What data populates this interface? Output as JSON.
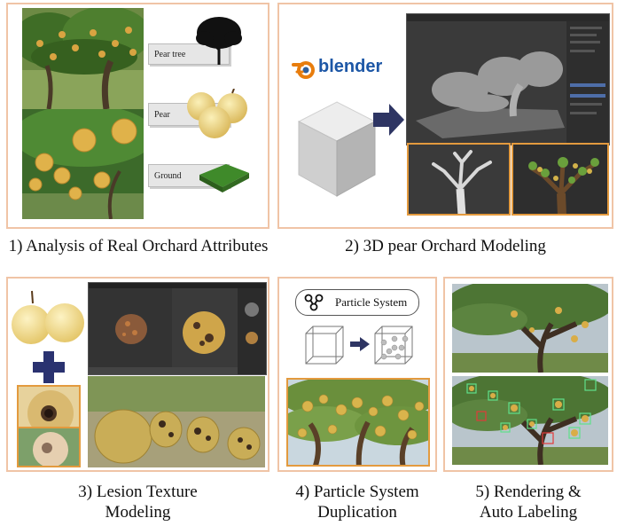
{
  "captions": {
    "step1": "1) Analysis of Real Orchard Attributes",
    "step2": "2) 3D pear Orchard Modeling",
    "step3_line1": "3) Lesion Texture",
    "step3_line2": "Modeling",
    "step4_line1": "4) Particle System",
    "step4_line2": "Duplication",
    "step5_line1": "5) Rendering &",
    "step5_line2": "Auto Labeling"
  },
  "panel1": {
    "labels": {
      "pear_tree": "Pear tree",
      "pear": "Pear",
      "ground": "Ground"
    }
  },
  "panel2": {
    "logo_text": "blender"
  },
  "panel4": {
    "particle_label": "Particle System"
  },
  "colors": {
    "panel_border": "#f0c4a6",
    "highlight_border": "#e39a3e",
    "arrow": "#2e3563",
    "cross": "#2a3270",
    "blender_orange": "#e87d0d",
    "detect_box": "#5fe08a"
  }
}
